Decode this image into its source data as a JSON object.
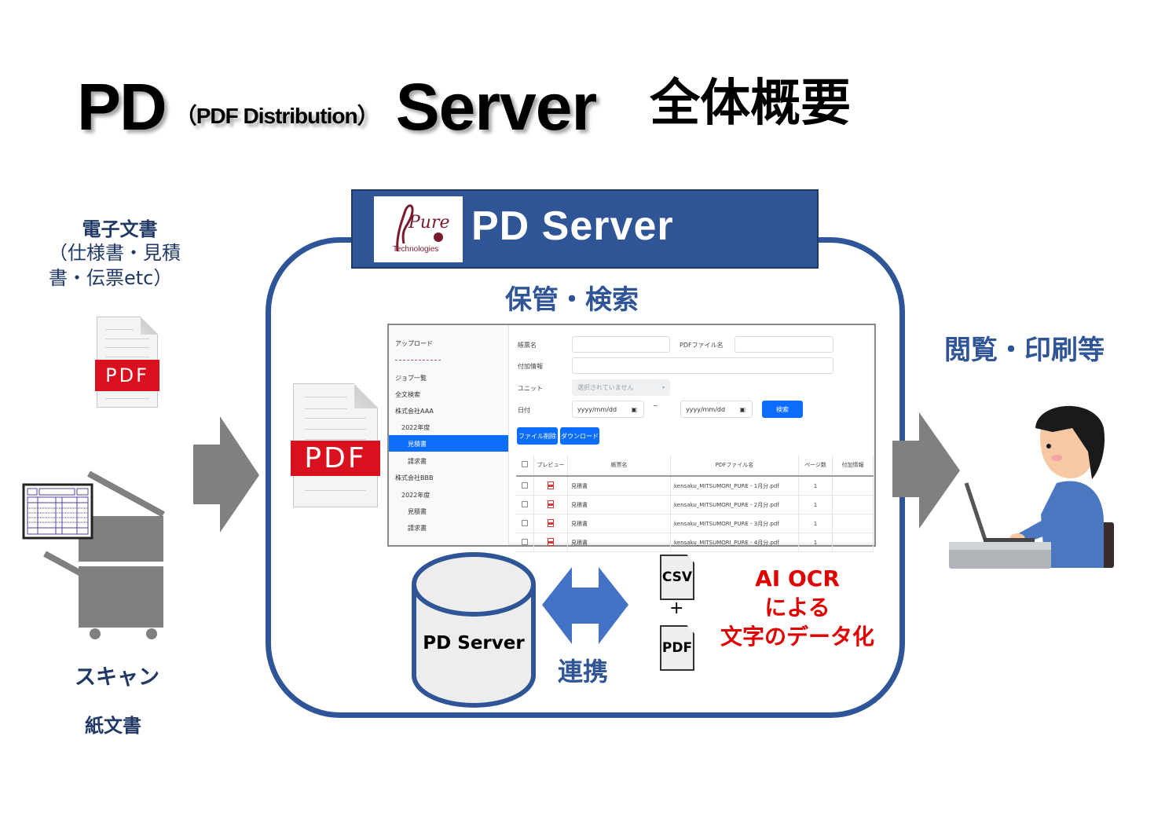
{
  "title": {
    "main": "PD",
    "sub": "（PDF Distribution）",
    "server": "Server",
    "suffix": "全体概要"
  },
  "left": {
    "edoc_title": "電子文書",
    "edoc_detail": "（仕様書・見積書・伝票etc）",
    "pdf_icon_label": "PDF",
    "scan_label": "スキャン",
    "paper_label": "紙文書"
  },
  "banner": {
    "logo_text": "Pure",
    "logo_sub": "Technologies",
    "title": "PD Server"
  },
  "center": {
    "store_label": "保管・検索",
    "pdf_icon_label": "PDF",
    "cylinder_label": "PD Server",
    "link_label": "連携",
    "csv_label": "CSV",
    "plus": "+",
    "pdf_label": "PDF",
    "ocr_lines": [
      "AI OCR",
      "による",
      "文字のデータ化"
    ]
  },
  "right": {
    "view_label": "閲覧・印刷等"
  },
  "app": {
    "sidebar": {
      "upload": "アップロード",
      "items": [
        "ジョブ一覧",
        "全文検索",
        "株式会社AAA",
        "2022年度",
        "見積書",
        "請求書",
        "株式会社BBB",
        "2022年度",
        "見積書",
        "請求書"
      ],
      "selected_index": 4
    },
    "search": {
      "doc_name_label": "帳票名",
      "doc_name_value": "",
      "pdf_name_label": "PDFファイル名",
      "pdf_name_value": "",
      "extra_label": "付加情報",
      "extra_value": "",
      "unit_label": "ユニット",
      "unit_placeholder": "選択されていません",
      "date_label": "日付",
      "date_from_placeholder": "yyyy/mm/dd",
      "tilde": "~",
      "date_to_placeholder": "yyyy/mm/dd",
      "search_button": "検索"
    },
    "actions": {
      "delete_button": "ファイル削除",
      "download_button": "ダウンロード"
    },
    "table": {
      "headers": [
        "",
        "プレビュー",
        "帳票名",
        "PDFファイル名",
        "ページ数",
        "付加情報"
      ],
      "rows": [
        {
          "doc": "見積書",
          "file": "kensaku_MITSUMORI_PURE - 1月分.pdf",
          "pages": "1",
          "extra": ""
        },
        {
          "doc": "見積書",
          "file": "kensaku_MITSUMORI_PURE - 2月分.pdf",
          "pages": "1",
          "extra": ""
        },
        {
          "doc": "見積書",
          "file": "kensaku_MITSUMORI_PURE - 3月分.pdf",
          "pages": "1",
          "extra": ""
        },
        {
          "doc": "見積書",
          "file": "kensaku_MITSUMORI_PURE - 4月分.pdf",
          "pages": "1",
          "extra": ""
        }
      ]
    }
  },
  "colors": {
    "navy": "#1f3864",
    "blue": "#2f5597",
    "accent_blue": "#0d6efd",
    "arrow_gray": "#808080",
    "link_arrow": "#4472c4",
    "ocr_red": "#e00000",
    "pdf_red": "#d9101e"
  }
}
